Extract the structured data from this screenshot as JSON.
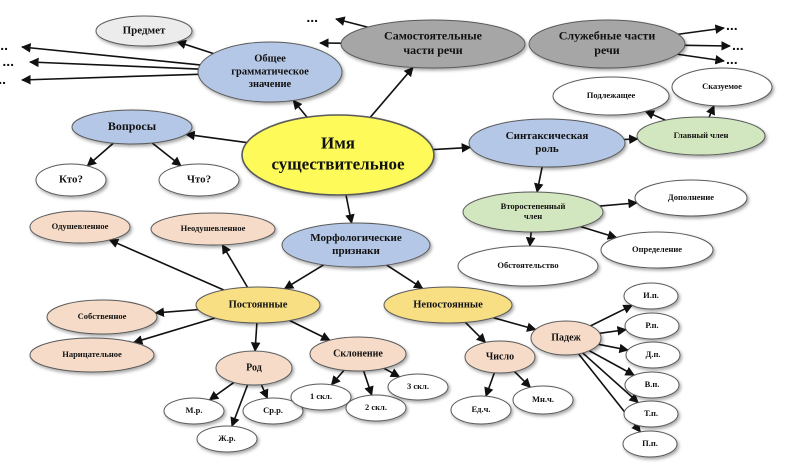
{
  "colors": {
    "yellow": "#fdfa5a",
    "blue": "#b5c7e6",
    "gray": "#a6a6a6",
    "grayLight": "#ececec",
    "peach": "#f6dcc8",
    "sand": "#f8df84",
    "green": "#d2e6bf",
    "white": "#ffffff",
    "stroke": "#5a5a5a",
    "line": "#111111"
  },
  "nodes": [
    {
      "id": "center",
      "text": [
        "Имя",
        "существительное"
      ],
      "color": "yellow",
      "font": 17
    },
    {
      "id": "samost",
      "text": [
        "Самостоятельные",
        "части речи"
      ],
      "color": "gray",
      "font": 12
    },
    {
      "id": "sluzh",
      "text": [
        "Служебные части",
        "речи"
      ],
      "color": "gray",
      "font": 12
    },
    {
      "id": "predmet",
      "text": [
        "Предмет"
      ],
      "color": "grayLight",
      "font": 11
    },
    {
      "id": "obshchee",
      "text": [
        "Общее",
        "грамматическое",
        "значение"
      ],
      "color": "blue",
      "font": 10.5
    },
    {
      "id": "voprosy",
      "text": [
        "Вопросы"
      ],
      "color": "blue",
      "font": 12
    },
    {
      "id": "kto",
      "text": [
        "Кто?"
      ],
      "color": "white",
      "font": 11
    },
    {
      "id": "chto",
      "text": [
        "Что?"
      ],
      "color": "white",
      "font": 11
    },
    {
      "id": "odush",
      "text": [
        "Одушевленное"
      ],
      "color": "peach",
      "font": 8.5
    },
    {
      "id": "neodush",
      "text": [
        "Неодушевленное"
      ],
      "color": "peach",
      "font": 8.5
    },
    {
      "id": "morf",
      "text": [
        "Морфологические",
        "признаки"
      ],
      "color": "blue",
      "font": 11
    },
    {
      "id": "sint",
      "text": [
        "Синтаксическая",
        "роль"
      ],
      "color": "blue",
      "font": 11
    },
    {
      "id": "glavny",
      "text": [
        "Главный член"
      ],
      "color": "green",
      "font": 8.5
    },
    {
      "id": "podlezh",
      "text": [
        "Подлежащее"
      ],
      "color": "white",
      "font": 8.5
    },
    {
      "id": "skaz",
      "text": [
        "Сказуемое"
      ],
      "color": "white",
      "font": 8.5
    },
    {
      "id": "vtorost",
      "text": [
        "Второстепенный",
        "член"
      ],
      "color": "green",
      "font": 8.5
    },
    {
      "id": "dopoln",
      "text": [
        "Дополнение"
      ],
      "color": "white",
      "font": 8.5
    },
    {
      "id": "opred",
      "text": [
        "Определение"
      ],
      "color": "white",
      "font": 8.5
    },
    {
      "id": "obst",
      "text": [
        "Обстоятельство"
      ],
      "color": "white",
      "font": 8.5
    },
    {
      "id": "postoyan",
      "text": [
        "Постоянные"
      ],
      "color": "sand",
      "font": 10.5
    },
    {
      "id": "nepostoyan",
      "text": [
        "Непостоянные"
      ],
      "color": "sand",
      "font": 10.5
    },
    {
      "id": "sobstv",
      "text": [
        "Собственное"
      ],
      "color": "peach",
      "font": 8.5
    },
    {
      "id": "naritsat",
      "text": [
        "Нарицательное"
      ],
      "color": "peach",
      "font": 8.5
    },
    {
      "id": "rod",
      "text": [
        "Род"
      ],
      "color": "peach",
      "font": 10
    },
    {
      "id": "sklonenie",
      "text": [
        "Склонение"
      ],
      "color": "peach",
      "font": 10
    },
    {
      "id": "mr",
      "text": [
        "М.р."
      ],
      "color": "white",
      "font": 8.5
    },
    {
      "id": "zhr",
      "text": [
        "Ж.р."
      ],
      "color": "white",
      "font": 8.5
    },
    {
      "id": "srr",
      "text": [
        "Ср.р."
      ],
      "color": "white",
      "font": 8.5
    },
    {
      "id": "skl1",
      "text": [
        "1 скл."
      ],
      "color": "white",
      "font": 8.5
    },
    {
      "id": "skl2",
      "text": [
        "2 скл."
      ],
      "color": "white",
      "font": 8.5
    },
    {
      "id": "skl3",
      "text": [
        "3 скл."
      ],
      "color": "white",
      "font": 8.5
    },
    {
      "id": "chislo",
      "text": [
        "Число"
      ],
      "color": "peach",
      "font": 10
    },
    {
      "id": "edch",
      "text": [
        "Ед.ч."
      ],
      "color": "white",
      "font": 8.5
    },
    {
      "id": "mnch",
      "text": [
        "Мн.ч."
      ],
      "color": "white",
      "font": 8.5
    },
    {
      "id": "padezh",
      "text": [
        "Падеж"
      ],
      "color": "peach",
      "font": 10
    },
    {
      "id": "ip",
      "text": [
        "И.п."
      ],
      "color": "white",
      "font": 8.5
    },
    {
      "id": "rp",
      "text": [
        "Р.п."
      ],
      "color": "white",
      "font": 8.5
    },
    {
      "id": "dp",
      "text": [
        "Д.п."
      ],
      "color": "white",
      "font": 8.5
    },
    {
      "id": "vp",
      "text": [
        "В.п."
      ],
      "color": "white",
      "font": 8.5
    },
    {
      "id": "tp",
      "text": [
        "Т.п."
      ],
      "color": "white",
      "font": 8.5
    },
    {
      "id": "pp",
      "text": [
        "П.п."
      ],
      "color": "white",
      "font": 8.5
    }
  ],
  "edges": [
    [
      "center",
      "samost"
    ],
    [
      "center",
      "obshchee"
    ],
    [
      "center",
      "voprosy"
    ],
    [
      "center",
      "sint"
    ],
    [
      "center",
      "morf"
    ],
    [
      "obshchee",
      "predmet"
    ],
    [
      "voprosy",
      "kto"
    ],
    [
      "voprosy",
      "chto"
    ],
    [
      "sint",
      "glavny"
    ],
    [
      "sint",
      "vtorost"
    ],
    [
      "glavny",
      "podlezh"
    ],
    [
      "glavny",
      "skaz"
    ],
    [
      "vtorost",
      "dopoln"
    ],
    [
      "vtorost",
      "opred"
    ],
    [
      "vtorost",
      "obst"
    ],
    [
      "morf",
      "postoyan"
    ],
    [
      "morf",
      "nepostoyan"
    ],
    [
      "postoyan",
      "odush"
    ],
    [
      "postoyan",
      "neodush"
    ],
    [
      "postoyan",
      "sobstv"
    ],
    [
      "postoyan",
      "naritsat"
    ],
    [
      "postoyan",
      "rod"
    ],
    [
      "postoyan",
      "sklonenie"
    ],
    [
      "rod",
      "mr"
    ],
    [
      "rod",
      "zhr"
    ],
    [
      "rod",
      "srr"
    ],
    [
      "sklonenie",
      "skl1"
    ],
    [
      "sklonenie",
      "skl2"
    ],
    [
      "sklonenie",
      "skl3"
    ],
    [
      "nepostoyan",
      "chislo"
    ],
    [
      "nepostoyan",
      "padezh"
    ],
    [
      "chislo",
      "edch"
    ],
    [
      "chislo",
      "mnch"
    ],
    [
      "padezh",
      "ip"
    ],
    [
      "padezh",
      "rp"
    ],
    [
      "padezh",
      "dp"
    ],
    [
      "padezh",
      "vp"
    ],
    [
      "padezh",
      "tp"
    ],
    [
      "padezh",
      "pp"
    ]
  ],
  "ellipsis": "..."
}
